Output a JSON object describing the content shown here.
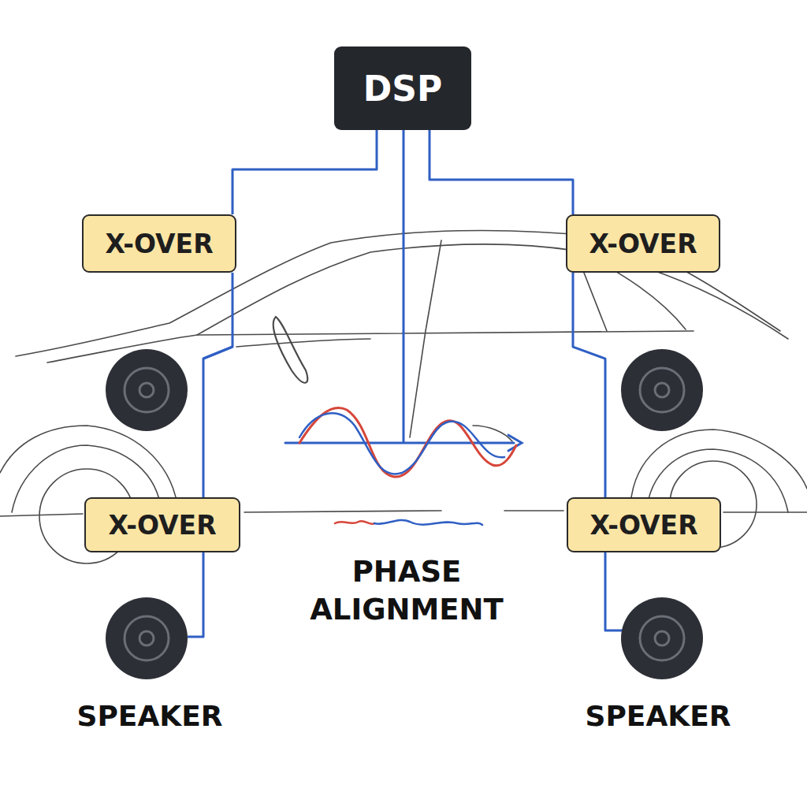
{
  "diagram": {
    "nodes": [
      {
        "text": [
          "DSP"
        ]
      },
      {
        "text": [
          "X-OVER"
        ]
      },
      {
        "text": [
          "X-OVER"
        ]
      },
      {
        "text": [
          "X-OVER"
        ]
      },
      {
        "text": [
          "X-OVER"
        ]
      }
    ],
    "edges": [
      {
        "from": 0,
        "to": 1,
        "arrow": "none"
      },
      {
        "from": 0,
        "to": 2,
        "arrow": "none"
      },
      {
        "from": 1,
        "to": 3,
        "arrow": "none"
      },
      {
        "from": 2,
        "to": 4,
        "arrow": "none"
      }
    ],
    "labels": [
      "PHASE ALIGNMENT",
      "SPEAKER",
      "SPEAKER"
    ]
  }
}
